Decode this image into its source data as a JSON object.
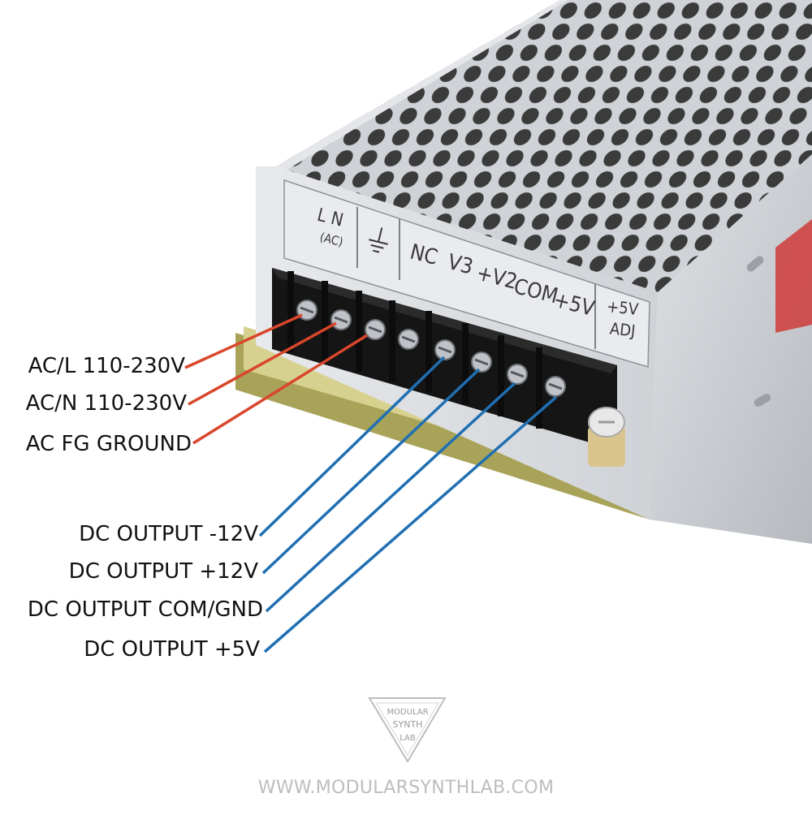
{
  "face_labels": {
    "ac_top": "L  N",
    "ac_sub": "(AC)",
    "terminals": [
      "NC",
      "V3",
      "+V2",
      "COM",
      "+5V"
    ],
    "adj_top": "+5V",
    "adj_bottom": "ADJ"
  },
  "callouts": {
    "ac_l": "AC/L 110-230V",
    "ac_n": "AC/N 110-230V",
    "ac_fg": "AC FG GROUND",
    "dc_minus12": "DC OUTPUT -12V",
    "dc_plus12": "DC OUTPUT +12V",
    "dc_com": "DC OUTPUT COM/GND",
    "dc_plus5": "DC OUTPUT +5V"
  },
  "logo": {
    "line1": "MODULAR",
    "line2": "SYNTH",
    "line3": "LAB"
  },
  "website": "WWW.MODULARSYNTHLAB.COM",
  "colors": {
    "ac_line": "#d9462b",
    "dc_line": "#1f6fb2",
    "case_metal": "#c9ccd0",
    "terminal_block": "#1a1a1a",
    "pcb": "#c8c27a"
  }
}
